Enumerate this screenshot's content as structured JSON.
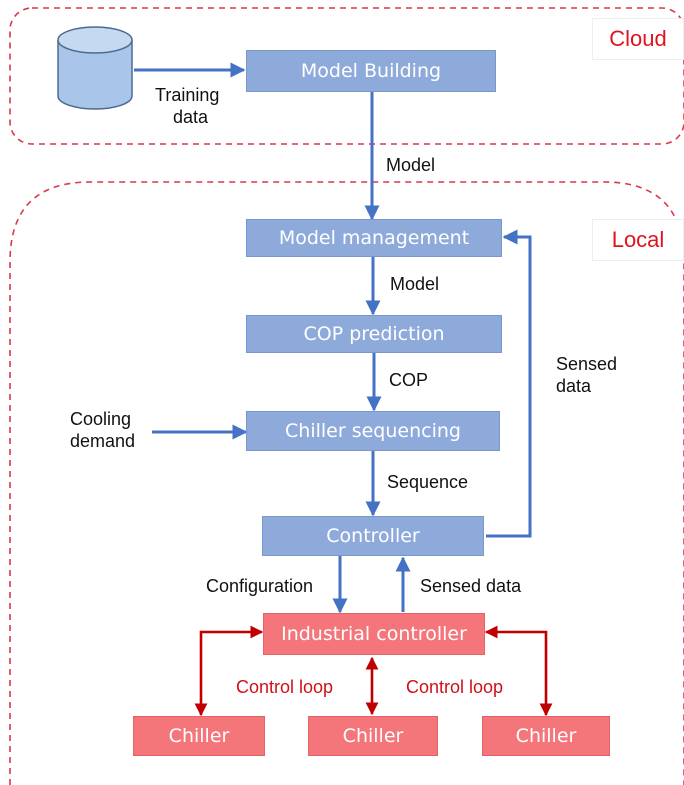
{
  "regions": {
    "cloud": "Cloud",
    "local": "Local"
  },
  "nodes": {
    "model_building": "Model Building",
    "model_management": "Model management",
    "cop_prediction": "COP prediction",
    "chiller_sequencing": "Chiller sequencing",
    "controller": "Controller",
    "industrial_controller": "Industrial controller",
    "chiller_1": "Chiller",
    "chiller_2": "Chiller",
    "chiller_3": "Chiller"
  },
  "edge_labels": {
    "training_data_line1": "Training",
    "training_data_line2": "data",
    "model_cloud": "Model",
    "model_local": "Model",
    "cop": "COP",
    "sequence": "Sequence",
    "cooling_demand_line1": "Cooling",
    "cooling_demand_line2": "demand",
    "sensed_data_right_line1": "Sensed",
    "sensed_data_right_line2": "data",
    "configuration": "Configuration",
    "sensed_data_lower": "Sensed data",
    "control_loop_left": "Control loop",
    "control_loop_right": "Control loop"
  },
  "colors": {
    "process_box": "#8eaadb",
    "device_box": "#f4767a",
    "data_arrow": "#4472c4",
    "control_arrow": "#c00000",
    "region_border": "#d9394a",
    "database": "#a9c6ea"
  },
  "icons": {
    "database": "database-cylinder-icon"
  }
}
